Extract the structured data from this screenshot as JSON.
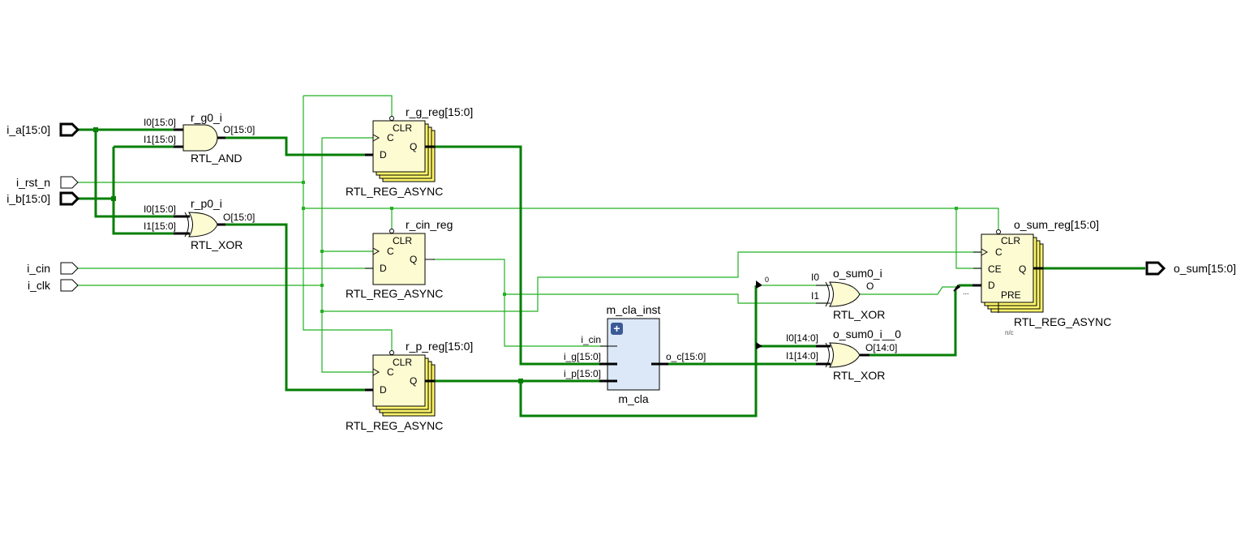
{
  "schematic": {
    "ports": {
      "inputs": [
        {
          "id": "i_a",
          "label": "i_a[15:0]",
          "bus": true
        },
        {
          "id": "i_rst_n",
          "label": "i_rst_n",
          "bus": false
        },
        {
          "id": "i_b",
          "label": "i_b[15:0]",
          "bus": true
        },
        {
          "id": "i_cin",
          "label": "i_cin",
          "bus": false
        },
        {
          "id": "i_clk",
          "label": "i_clk",
          "bus": false
        }
      ],
      "outputs": [
        {
          "id": "o_sum",
          "label": "o_sum[15:0]",
          "bus": true
        }
      ]
    },
    "cells": {
      "r_g0_i": {
        "name": "r_g0_i",
        "type": "RTL_AND",
        "pins": [
          "I0[15:0]",
          "I1[15:0]",
          "O[15:0]"
        ]
      },
      "r_p0_i": {
        "name": "r_p0_i",
        "type": "RTL_XOR",
        "pins": [
          "I0[15:0]",
          "I1[15:0]",
          "O[15:0]"
        ]
      },
      "r_g_reg": {
        "name": "r_g_reg[15:0]",
        "type": "RTL_REG_ASYNC",
        "pins": [
          "CLR",
          "C",
          "D",
          "Q"
        ]
      },
      "r_cin_reg": {
        "name": "r_cin_reg",
        "type": "RTL_REG_ASYNC",
        "pins": [
          "CLR",
          "C",
          "D",
          "Q"
        ]
      },
      "r_p_reg": {
        "name": "r_p_reg[15:0]",
        "type": "RTL_REG_ASYNC",
        "pins": [
          "CLR",
          "C",
          "D",
          "Q"
        ]
      },
      "m_cla_inst": {
        "name": "m_cla_inst",
        "type": "m_cla",
        "pins": [
          "i_cin",
          "i_g[15:0]",
          "i_p[15:0]",
          "o_c[15:0]"
        ],
        "expand_symbol": "+"
      },
      "o_sum0_i": {
        "name": "o_sum0_i",
        "type": "RTL_XOR",
        "pins": [
          "I0",
          "I1",
          "O"
        ]
      },
      "o_sum0_i__0": {
        "name": "o_sum0_i__0",
        "type": "RTL_XOR",
        "pins": [
          "I0[14:0]",
          "I1[14:0]",
          "O[14:0]"
        ]
      },
      "o_sum_reg": {
        "name": "o_sum_reg[15:0]",
        "type": "RTL_REG_ASYNC",
        "pins": [
          "CLR",
          "C",
          "CE",
          "D",
          "Q",
          "PRE"
        ],
        "pre_note": "n/c"
      }
    },
    "annotations": {
      "bit_select_zero": "0",
      "bus_concat_ellipsis": "..."
    },
    "colors": {
      "net": "#22b022",
      "bus": "#057f05",
      "cell_fill": "#fdfbd2",
      "reg_stack_fill": "#fcf56a",
      "hier_fill": "#dce8f8",
      "expand_button": "#3b5a96"
    }
  }
}
